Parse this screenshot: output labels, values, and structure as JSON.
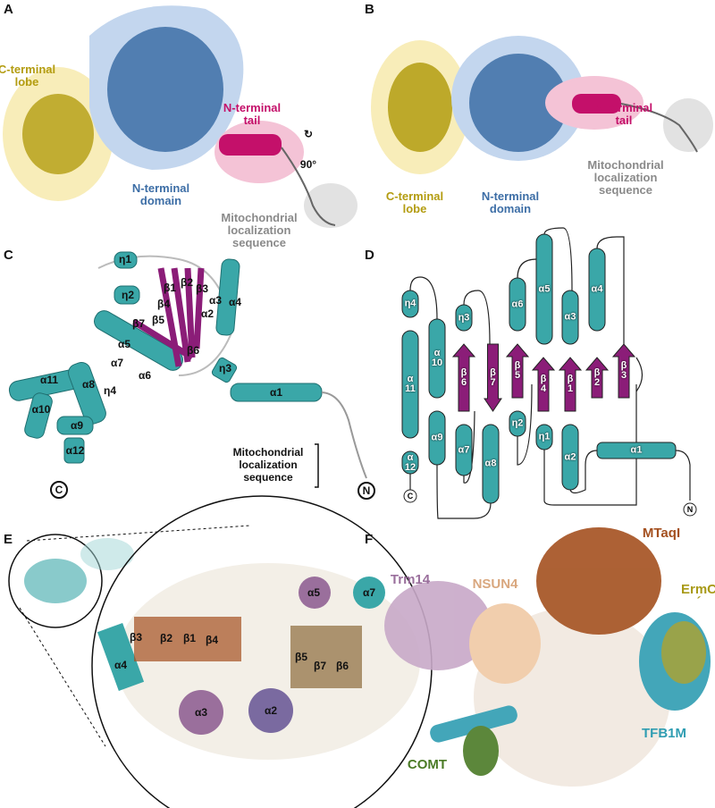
{
  "colors": {
    "c_lobe": "#b39c10",
    "n_domain": "#3d6ea6",
    "n_tail": "#c4106a",
    "mls": "#8a8a8a",
    "helix": "#3aa7a8",
    "strand": "#8b1d78",
    "mtaqi": "#a4501f",
    "trm14": "#9a6f9c",
    "nsun4": "#d9a77e",
    "ermc": "#a89a18",
    "tfb1m": "#2f9db2",
    "comt": "#4b7b26"
  },
  "panel_a": {
    "letter": "A",
    "c_lobe": "C-terminal\nlobe",
    "n_domain": "N-terminal\ndomain",
    "n_tail": "N-terminal\ntail",
    "mls": "Mitochondrial\nlocalization\nsequence",
    "rotation": "90°"
  },
  "panel_b": {
    "letter": "B",
    "c_lobe": "C-terminal\nlobe",
    "n_domain": "N-terminal\ndomain",
    "n_tail": "N-terminal\ntail",
    "mls": "Mitochondrial\nlocalization\nsequence"
  },
  "panel_c": {
    "letter": "C",
    "labels": [
      "η1",
      "η2",
      "β1",
      "β2",
      "β3",
      "α3",
      "α4",
      "β4",
      "α2",
      "β7",
      "β5",
      "α5",
      "β6",
      "α7",
      "η3",
      "α6",
      "α11",
      "α8",
      "η4",
      "α1",
      "α10",
      "α9",
      "α12"
    ],
    "c_term": "C",
    "n_term": "N",
    "mls": "Mitochondrial\nlocalization\nsequence"
  },
  "panel_d": {
    "letter": "D",
    "elements": [
      "η4",
      "α\n11",
      "α\n12",
      "α\n10",
      "α9",
      "η3",
      "β\n6",
      "α7",
      "β\n7",
      "α8",
      "α6",
      "β\n5",
      "η2",
      "α5",
      "β\n4",
      "η1",
      "α3",
      "β\n1",
      "α2",
      "α4",
      "β\n2",
      "β\n3",
      "α1"
    ],
    "c_term": "C",
    "n_term": "N"
  },
  "panel_e": {
    "letter": "E",
    "labels": [
      "α5",
      "α7",
      "β3",
      "β2",
      "β1",
      "β4",
      "β5",
      "β7",
      "β6",
      "α4",
      "α3",
      "α2"
    ]
  },
  "panel_f": {
    "letter": "F",
    "proteins": [
      "MTaqI",
      "Trm14",
      "NSUN4",
      "ErmC´",
      "TFB1M",
      "COMT"
    ]
  }
}
